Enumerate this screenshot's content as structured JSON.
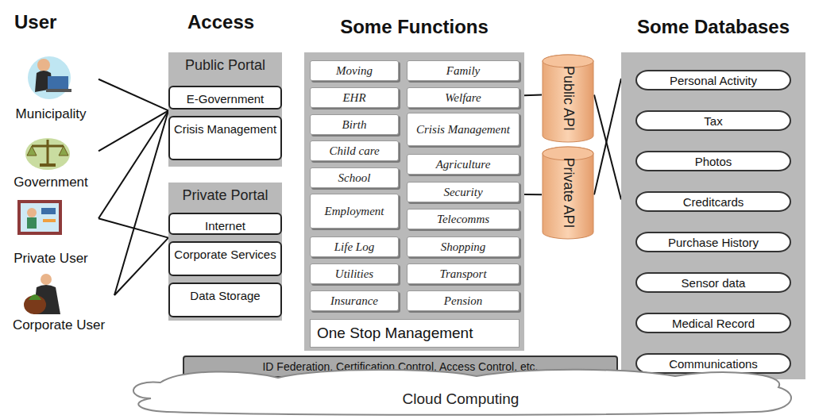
{
  "diagram": {
    "nodes": [
      {
        "text": [
          "Municipality"
        ]
      },
      {
        "text": [
          "Government"
        ]
      },
      {
        "text": [
          "Private User"
        ]
      },
      {
        "text": [
          "Corporate User"
        ]
      },
      {
        "text": [
          "Public Portal"
        ]
      },
      {
        "text": [
          "E-Government"
        ],
        "in": 4
      },
      {
        "text": [
          "Crisis Management"
        ],
        "in": 4
      },
      {
        "text": [
          "Private Portal"
        ]
      },
      {
        "text": [
          "Internet"
        ],
        "in": 7
      },
      {
        "text": [
          "Corporate Services"
        ],
        "in": 7
      },
      {
        "text": [
          "Data Storage"
        ],
        "in": 7
      },
      {
        "text": [
          "Some Functions"
        ]
      },
      {
        "text": [
          "Moving"
        ],
        "in": 11
      },
      {
        "text": [
          "Family"
        ],
        "in": 11
      },
      {
        "text": [
          "EHR"
        ],
        "in": 11
      },
      {
        "text": [
          "Welfare"
        ],
        "in": 11
      },
      {
        "text": [
          "Birth"
        ],
        "in": 11
      },
      {
        "text": [
          "Crisis Management"
        ],
        "in": 11
      },
      {
        "text": [
          "Child care"
        ],
        "in": 11
      },
      {
        "text": [
          "Agriculture"
        ],
        "in": 11
      },
      {
        "text": [
          "School"
        ],
        "in": 11
      },
      {
        "text": [
          "Security"
        ],
        "in": 11
      },
      {
        "text": [
          "Employment"
        ],
        "in": 11
      },
      {
        "text": [
          "Telecomms"
        ],
        "in": 11
      },
      {
        "text": [
          "Life Log"
        ],
        "in": 11
      },
      {
        "text": [
          "Shopping"
        ],
        "in": 11
      },
      {
        "text": [
          "Utilities"
        ],
        "in": 11
      },
      {
        "text": [
          "Transport"
        ],
        "in": 11
      },
      {
        "text": [
          "Insurance"
        ],
        "in": 11
      },
      {
        "text": [
          "Pension"
        ],
        "in": 11
      },
      {
        "text": [
          "One Stop Management"
        ],
        "in": 11
      },
      {
        "text": [
          "Public API"
        ]
      },
      {
        "text": [
          "Private API"
        ]
      },
      {
        "text": [
          "Some Databases"
        ]
      },
      {
        "text": [
          "Personal Activity"
        ],
        "in": 33
      },
      {
        "text": [
          "Tax"
        ],
        "in": 33
      },
      {
        "text": [
          "Photos"
        ],
        "in": 33
      },
      {
        "text": [
          "Creditcards"
        ],
        "in": 33
      },
      {
        "text": [
          "Purchase History"
        ],
        "in": 33
      },
      {
        "text": [
          "Sensor data"
        ],
        "in": 33
      },
      {
        "text": [
          "Medical Record"
        ],
        "in": 33
      },
      {
        "text": [
          "Communications"
        ],
        "in": 33
      },
      {
        "text": [
          "ID Federation, Certification Control, Access Control, etc."
        ]
      },
      {
        "text": [
          "Cloud Computing"
        ]
      }
    ],
    "edges": [
      {
        "from": 0,
        "to": 4,
        "arrow": "none"
      },
      {
        "from": 1,
        "to": 4,
        "arrow": "none"
      },
      {
        "from": 2,
        "to": 4,
        "arrow": "none"
      },
      {
        "from": 2,
        "to": 7,
        "arrow": "none"
      },
      {
        "from": 3,
        "to": 4,
        "arrow": "none"
      },
      {
        "from": 3,
        "to": 7,
        "arrow": "none"
      },
      {
        "from": 11,
        "to": 31,
        "arrow": "none"
      },
      {
        "from": 11,
        "to": 32,
        "arrow": "none"
      },
      {
        "from": 31,
        "to": 33,
        "arrow": "none"
      },
      {
        "from": 32,
        "to": 33,
        "arrow": "none"
      }
    ],
    "labels": [
      "User",
      "Access"
    ]
  }
}
